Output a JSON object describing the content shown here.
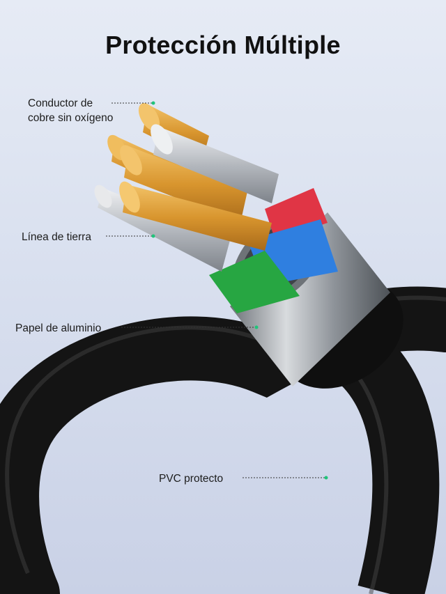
{
  "title": "Protección Múltiple",
  "labels": {
    "conductor_line1": "Conductor de",
    "conductor_line2": "cobre sin oxígeno",
    "tierra": "Línea de tierra",
    "aluminio": "Papel de aluminio",
    "pvc": "PVC protecto"
  },
  "colors": {
    "accent_dot": "#20c47a",
    "cable_jacket": "#1a1a1a",
    "copper": "#e0a33b",
    "steel": "#b8bcc2",
    "wire_red": "#e03545",
    "wire_blue": "#2f7fe0",
    "wire_green": "#27a642",
    "ferrule": "#9aa0a6"
  }
}
